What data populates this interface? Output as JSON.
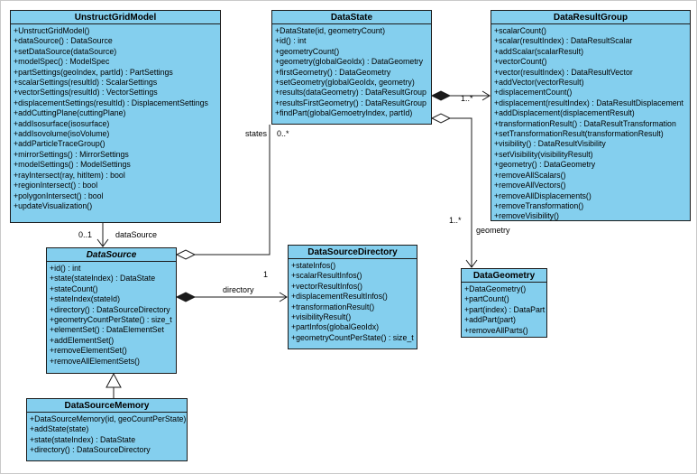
{
  "diagram": {
    "colors": {
      "class_fill": "#84cfee",
      "class_border": "#1b1b1b",
      "line_color": "#1b1b1b",
      "bg": "#ffffff"
    }
  },
  "classes": [
    {
      "name": "UnstructGridModel",
      "methods": [
        "+UnstructGridModel()",
        "+dataSource() : DataSource",
        "+setDataSource(dataSource)",
        "+modelSpec() : ModelSpec",
        "+partSettings(geoIndex, partId) : PartSettings",
        "+scalarSettings(resultId) : ScalarSettings",
        "+vectorSettings(resultId) : VectorSettings",
        "+displacementSettings(resultId) : DisplacementSettings",
        "+addCuttingPlane(cuttingPlane)",
        "+addIsosurface(isosurface)",
        "+addIsovolume(isoVolume)",
        "+addParticleTraceGroup()",
        "+mirrorSettings() : MirrorSettings",
        "+modelSettings() : ModelSettings",
        "+rayIntersect(ray, hitItem) : bool",
        "+regionIntersect() : bool",
        "+polygonIntersect() : bool",
        "+updateVisualization()"
      ]
    },
    {
      "name": "DataState",
      "methods": [
        "+DataState(id, geometryCount)",
        "+id() : int",
        "+geometryCount()",
        "+geometry(globalGeoIdx) : DataGeometry",
        "+firstGeometry() : DataGeometry",
        "+setGeometry(globalGeoIdx, geometry)",
        "+results(dataGeometry) : DataResultGroup",
        "+resultsFirstGeometry() : DataResultGroup",
        "+findPart(globalGemoetryIndex, partId)"
      ]
    },
    {
      "name": "DataResultGroup",
      "methods": [
        "+scalarCount()",
        "+scalar(resultIndex) : DataResultScalar",
        "+addScalar(scalarResult)",
        "+vectorCount()",
        "+vector(resultIndex) : DataResultVector",
        "+addVector(vectorResult)",
        "+displacementCount()",
        "+displacement(resultIndex) : DataResultDisplacement",
        "+addDisplacement(displacementResult)",
        "+transformationResult() : DataResultTransformation",
        "+setTransformationResult(transformationResult)",
        "+visibility() : DataResultVisibility",
        "+setVisibility(visibilityResult)",
        "+geometry() : DataGeometry",
        "+removeAllScalars()",
        "+removeAllVectors()",
        "+removeAllDisplacements()",
        "+removeTransformation()",
        "+removeVisibility()"
      ]
    },
    {
      "name": "DataSource",
      "methods": [
        "+id() : int",
        "+state(stateIndex) : DataState",
        "+stateCount()",
        "+stateIndex(stateId)",
        "+directory() : DataSourceDirectory",
        "+geometryCountPerState() : size_t",
        "+elementSet() : DataElementSet",
        "+addElementSet()",
        "+removeElementSet()",
        "+removeAllElementSets()"
      ]
    },
    {
      "name": "DataSourceDirectory",
      "methods": [
        "+stateInfos()",
        "+scalarResultInfos()",
        "+vectorResultInfos()",
        "+displacementResultInfos()",
        "+transformationResult()",
        "+visibilityResult()",
        "+partInfos(globalGeoIdx)",
        "+geometryCountPerState() : size_t"
      ]
    },
    {
      "name": "DataGeometry",
      "methods": [
        "+DataGeometry()",
        "+partCount()",
        "+part(index) : DataPart",
        "+addPart(part)",
        "+removeAllParts()"
      ]
    },
    {
      "name": "DataSourceMemory",
      "methods": [
        "+DataSourceMemory(id, geoCountPerState)",
        "+addState(state)",
        "+state(stateIndex) : DataState",
        "+directory() : DataSourceDirectory"
      ]
    }
  ],
  "connectors": {
    "model_to_datasource": {
      "multiplicity": "0..1",
      "role": "dataSource"
    },
    "datasource_to_states": {
      "role": "states",
      "multiplicity": "0..*"
    },
    "datasource_to_directory": {
      "multiplicity": "1",
      "role": "directory"
    },
    "datastate_to_results": {
      "multiplicity": "1..*"
    },
    "datastate_to_geometry": {
      "multiplicity": "1..*",
      "role": "geometry"
    }
  }
}
